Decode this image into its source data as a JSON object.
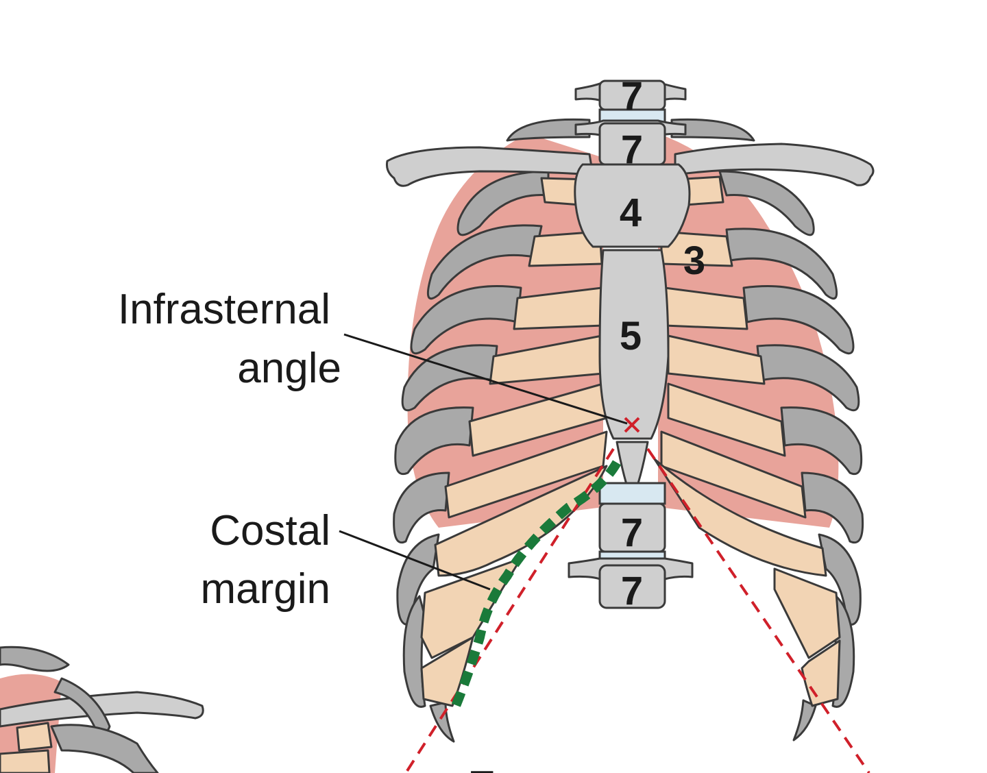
{
  "labels": {
    "infrasternal_line1": "Infrasternal",
    "infrasternal_line2": "angle",
    "costal_line1": "Costal",
    "costal_line2": "margin",
    "bottom_partial": "E"
  },
  "numbers": {
    "vertebra_top_1": "7",
    "vertebra_top_2": "7",
    "manubrium": "4",
    "rib_cartilage": "3",
    "sternum_body": "5",
    "vertebra_bottom_1": "7",
    "vertebra_bottom_2": "7"
  },
  "colors": {
    "bone": "#cfcfcf",
    "cartilage": "#f2d4b4",
    "lung": "#e8a39a",
    "disc": "#d8e8f1",
    "angle_line": "#d0202a",
    "costal_margin_line": "#1a7a3a"
  }
}
